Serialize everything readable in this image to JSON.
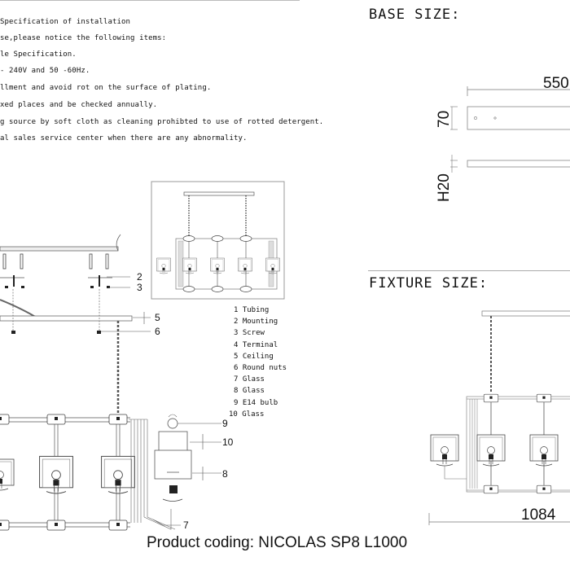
{
  "instructions": {
    "lines": [
      "Specification of installation",
      "se,please notice the following items:",
      "le Specification.",
      "- 240V and 50 -60Hz.",
      "llment and avoid rot on the surface of plating.",
      "xed places and be checked annually.",
      "g source by soft cloth as cleaning prohibted to use of rotted detergent.",
      "al sales service center when there are any abnormality."
    ]
  },
  "base_size": {
    "title": "BASE SIZE:",
    "length": "550",
    "width": "70",
    "height": "H20"
  },
  "fixture_size": {
    "title": "FIXTURE SIZE:",
    "length": "1084"
  },
  "parts_legend": [
    {
      "num": "1",
      "name": "Tubing"
    },
    {
      "num": "2",
      "name": "Mounting"
    },
    {
      "num": "3",
      "name": "Screw"
    },
    {
      "num": "4",
      "name": "Terminal"
    },
    {
      "num": "5",
      "name": "Ceiling"
    },
    {
      "num": "6",
      "name": "Round nuts"
    },
    {
      "num": "7",
      "name": "Glass"
    },
    {
      "num": "8",
      "name": "Glass"
    },
    {
      "num": "9",
      "name": "E14 bulb"
    },
    {
      "num": "10",
      "name": "Glass"
    }
  ],
  "callouts": [
    "2",
    "3",
    "5",
    "6",
    "9",
    "10",
    "8",
    "7"
  ],
  "footer": {
    "product_coding": "Product coding: NICOLAS SP8 L1000"
  },
  "colors": {
    "line": "#333333",
    "light_line": "#888888"
  }
}
